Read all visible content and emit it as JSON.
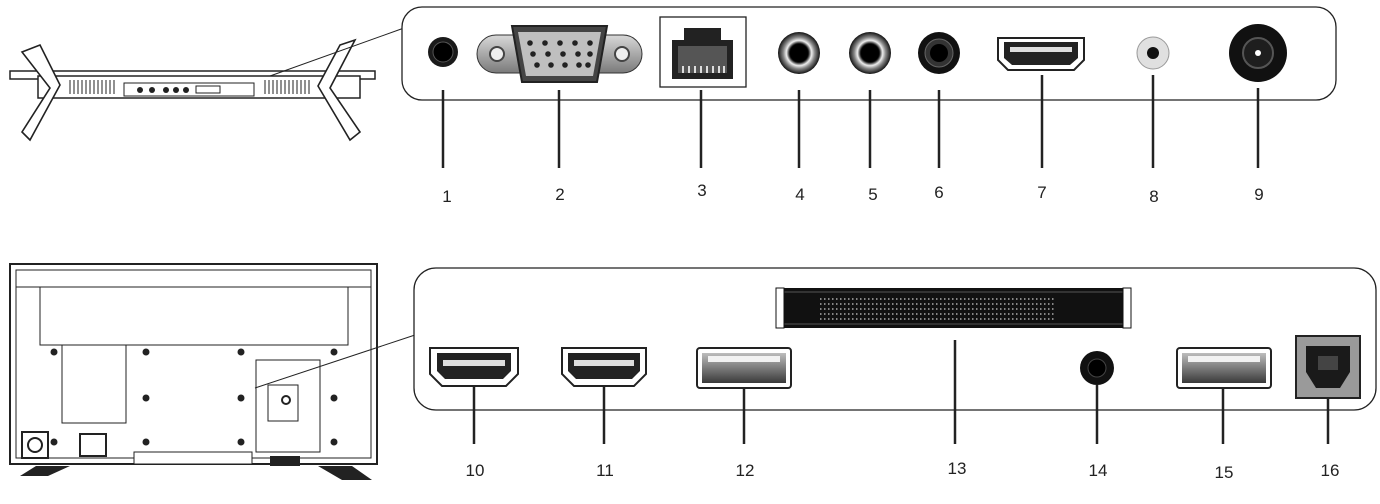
{
  "top_panel": {
    "connectors": [
      {
        "label": "1",
        "icon": "earphone-jack-icon"
      },
      {
        "label": "2",
        "icon": "vga-port-icon"
      },
      {
        "label": "3",
        "icon": "lan-port-icon"
      },
      {
        "label": "4",
        "icon": "rca-jack-icon"
      },
      {
        "label": "5",
        "icon": "rca-jack-icon"
      },
      {
        "label": "6",
        "icon": "rca-jack-icon"
      },
      {
        "label": "7",
        "icon": "hdmi-port-icon"
      },
      {
        "label": "8",
        "icon": "mini-av-jack-icon"
      },
      {
        "label": "9",
        "icon": "antenna-port-icon"
      }
    ]
  },
  "bottom_panel": {
    "connectors": [
      {
        "label": "10",
        "icon": "hdmi-port-icon"
      },
      {
        "label": "11",
        "icon": "hdmi-port-icon"
      },
      {
        "label": "12",
        "icon": "usb-port-icon"
      },
      {
        "label": "13",
        "icon": "ci-slot-icon"
      },
      {
        "label": "14",
        "icon": "headphone-jack-icon"
      },
      {
        "label": "15",
        "icon": "usb-port-icon"
      },
      {
        "label": "16",
        "icon": "optical-port-icon"
      }
    ]
  },
  "colors": {
    "stroke": "#222222",
    "panel_bg": "#ffffff",
    "dark": "#1a1a1a",
    "grey": "#9a9a9a"
  }
}
